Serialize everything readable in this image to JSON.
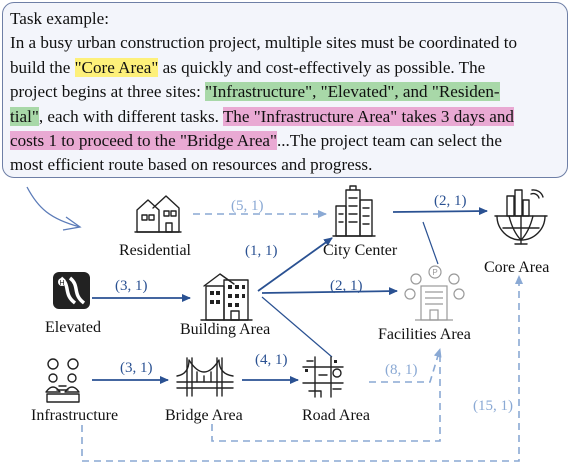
{
  "task": {
    "title": "Task example:",
    "lines": [
      [
        {
          "t": "In a busy urban construction project, multiple sites must be coordinated to",
          "hl": ""
        }
      ],
      [
        {
          "t": "build the ",
          "hl": ""
        },
        {
          "t": "\"Core Area\"",
          "hl": "yellow"
        },
        {
          "t": " as quickly and cost-effectively as possible. The",
          "hl": ""
        }
      ],
      [
        {
          "t": "project begins at three sites: ",
          "hl": ""
        },
        {
          "t": "\"Infrastructure\", \"Elevated\", and \"Residen-",
          "hl": "green"
        }
      ],
      [
        {
          "t": "tial\"",
          "hl": "green"
        },
        {
          "t": ", each with different tasks. ",
          "hl": ""
        },
        {
          "t": "The \"Infrastructure Area\" takes 3 days and",
          "hl": "pink"
        }
      ],
      [
        {
          "t": "costs 1 to proceed to the \"Bridge Area\"",
          "hl": "pink"
        },
        {
          "t": "...The project team can select the",
          "hl": ""
        }
      ],
      [
        {
          "t": "most efficient route based on resources and progress.",
          "hl": ""
        }
      ]
    ]
  },
  "nodes": {
    "residential": "Residential",
    "city_center": "City Center",
    "core_area": "Core Area",
    "elevated": "Elevated",
    "building_area": "Building Area",
    "facilities_area": "Facilities Area",
    "infrastructure": "Infrastructure",
    "bridge_area": "Bridge Area",
    "road_area": "Road Area"
  },
  "edges": {
    "residential_city": "(5, 1)",
    "city_core": "(2, 1)",
    "building_city": "(1, 1)",
    "elevated_building": "(3, 1)",
    "building_facilities": "(2, 1)",
    "infra_bridge": "(3, 1)",
    "bridge_road": "(4, 1)",
    "road_facilities": "(8, 1)",
    "infra_core": "(15, 1)"
  },
  "colors": {
    "solid_edge": "#2a5192",
    "dashed_edge": "#8aa9d4",
    "highlight_yellow": "#fdf07a",
    "highlight_green": "#a8d8a8",
    "highlight_pink": "#e9a9d3",
    "box_border": "#6e7fa6",
    "box_background": "#f3f5fb"
  }
}
